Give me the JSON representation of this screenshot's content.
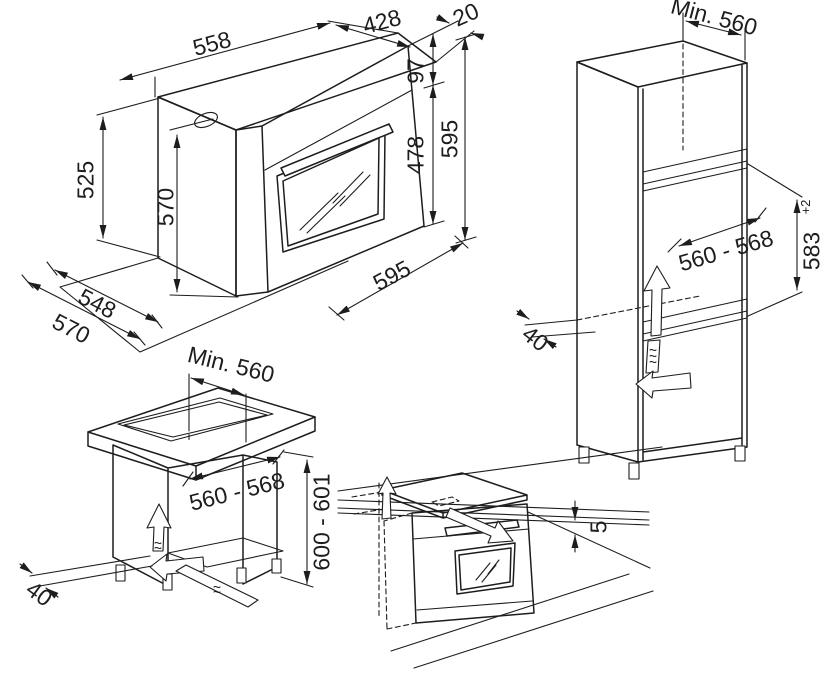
{
  "line_color": "#1d1d1b",
  "views": {
    "oven": {
      "top_width": "558",
      "body_depth": "428",
      "front_overhang": "20",
      "control_panel_height": "97",
      "door_height": "478",
      "total_height": "595",
      "side_height": "525",
      "inner_height": "570",
      "body_bottom_depth": "548",
      "total_depth": "570",
      "bottom_width": "595"
    },
    "tall_cabinet": {
      "min_depth": "Min. 560",
      "niche_width": "560 - 568",
      "niche_height": "583",
      "niche_height_tolerance": "+2",
      "rear_vent_gap": "40"
    },
    "base_cabinet": {
      "min_depth": "Min. 560",
      "niche_width": "560 - 568",
      "niche_height": "600 - 601",
      "rear_vent_gap": "40"
    },
    "undercounter": {
      "worktop_gap": "5"
    }
  }
}
